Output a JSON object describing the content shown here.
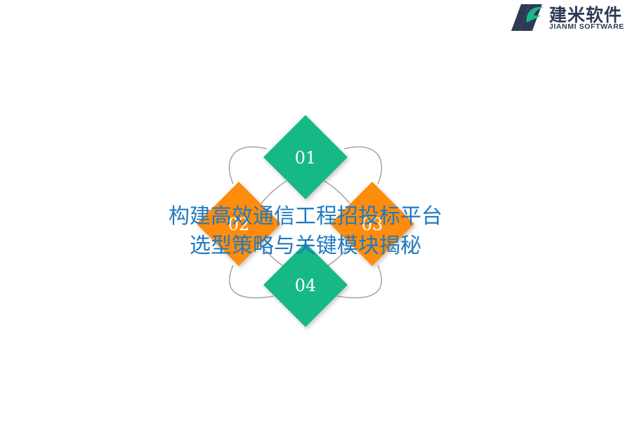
{
  "brand": {
    "name_cn": "建米软件",
    "name_en": "JIANMI SOFTWARE",
    "logo_icon": "jianmi-logo-icon",
    "colors": {
      "dark": "#2f3a55",
      "green": "#19b98a"
    }
  },
  "diagram": {
    "items": [
      {
        "label": "01",
        "color": "#14b886"
      },
      {
        "label": "02",
        "color": "#ff8c0a"
      },
      {
        "label": "03",
        "color": "#ff8c0a"
      },
      {
        "label": "04",
        "color": "#14b886"
      }
    ],
    "ring_color": "#a8a8a8"
  },
  "title": {
    "line1": "构建高效通信工程招投标平台",
    "line2": "选型策略与关键模块揭秘",
    "color": "#1f7ac0"
  }
}
